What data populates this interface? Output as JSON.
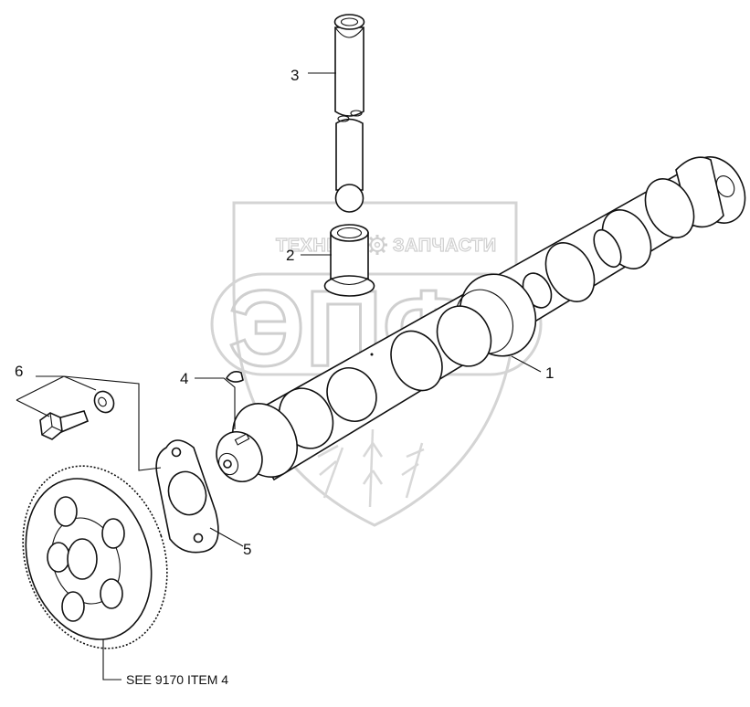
{
  "watermark": {
    "word_left": "ТЕХНИКА",
    "word_right": "ЗАПЧАСТИ",
    "logo_letters": "ЭПФ",
    "gear_icon": "gear-icon"
  },
  "callouts": [
    {
      "id": "callout-1",
      "label": "1"
    },
    {
      "id": "callout-2",
      "label": "2"
    },
    {
      "id": "callout-3",
      "label": "3"
    },
    {
      "id": "callout-4",
      "label": "4"
    },
    {
      "id": "callout-5",
      "label": "5"
    },
    {
      "id": "callout-6",
      "label": "6"
    }
  ],
  "reference_note": "SEE 9170 ITEM 4"
}
